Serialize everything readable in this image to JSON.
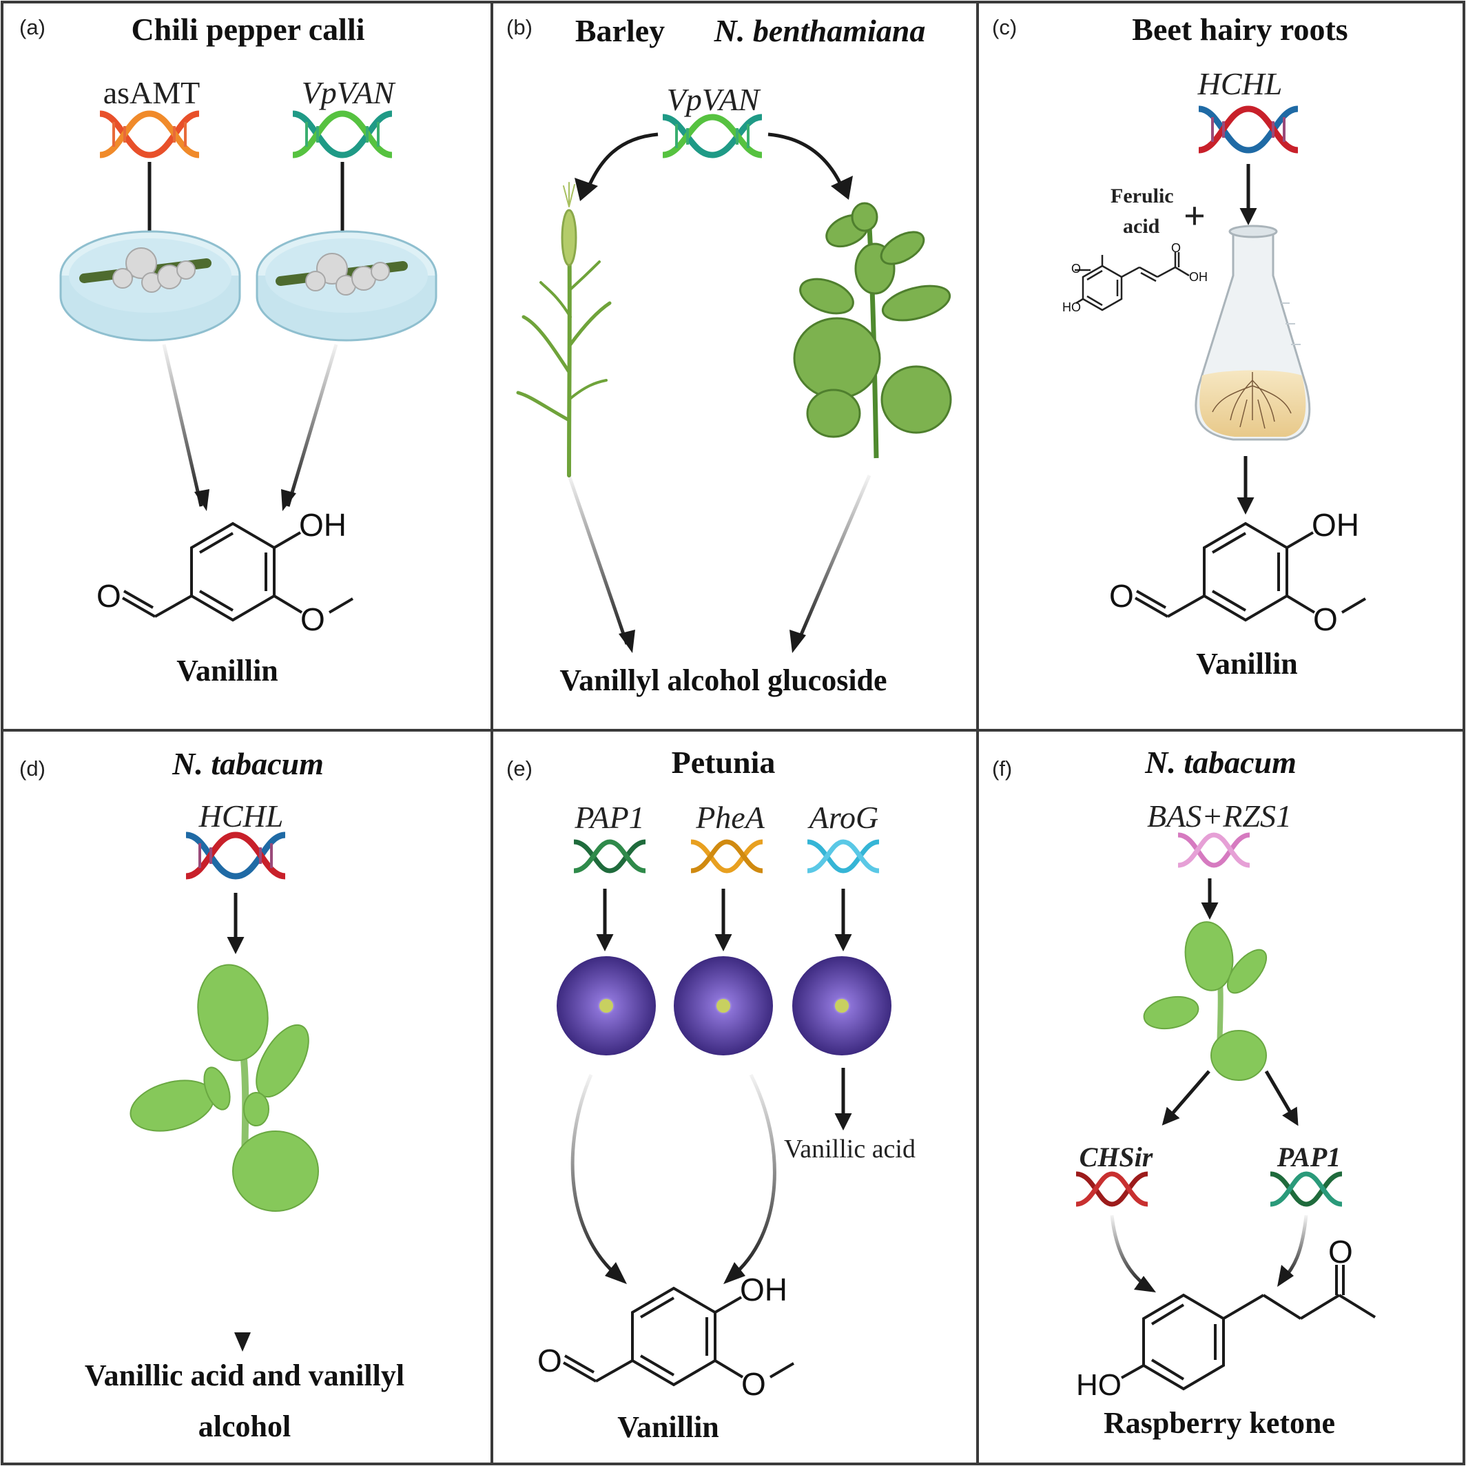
{
  "colors": {
    "border": "#3a3a3a",
    "dna_orange": "#e8502a",
    "dna_green": "#2aa86b",
    "dna_multicolor_red": "#c8202a",
    "dna_multicolor_blue": "#1f6aa5",
    "dna_darkgreen": "#1f6b3c",
    "dna_amber": "#e0a020",
    "dna_cyan": "#35b5d6",
    "dna_pink": "#d67ac0",
    "dna_darkred": "#9c1b1b",
    "petal_purple": "#5a3a9e",
    "leaf_green": "#7cc24a",
    "callus_grey": "#cfcfcf",
    "dish_blue": "#cfe9f2"
  },
  "panels": {
    "a": {
      "tag": "(a)",
      "title": "Chili pepper calli",
      "genes": [
        "asAMT",
        "VpVAN"
      ],
      "product": "Vanillin",
      "chem_labels": {
        "oh": "OH",
        "o_carbonyl": "O",
        "o_methoxy": "O"
      },
      "icons": [
        "dna-icon",
        "petri-dish-icon"
      ]
    },
    "b": {
      "tag": "(b)",
      "title_left": "Barley",
      "title_right": "N. benthamiana",
      "gene": "VpVAN",
      "product": "Vanillyl alcohol glucoside",
      "icons": [
        "dna-icon",
        "barley-plant-icon",
        "benthamiana-plant-icon"
      ]
    },
    "c": {
      "tag": "(c)",
      "title": "Beet hairy roots",
      "gene": "HCHL",
      "substrate_line1": "Ferulic",
      "substrate_line2": "acid",
      "plus": "+",
      "ferulic_labels": {
        "o": "O",
        "o_carbonyl": "O",
        "oh_acid": "OH",
        "ho": "HO"
      },
      "product": "Vanillin",
      "chem_labels": {
        "oh": "OH",
        "o_carbonyl": "O",
        "o_methoxy": "O"
      },
      "icons": [
        "dna-icon",
        "flask-icon"
      ]
    },
    "d": {
      "tag": "(d)",
      "title": "N. tabacum",
      "gene": "HCHL",
      "product": "Vanillic acid and vanillyl alcohol",
      "icons": [
        "dna-icon",
        "tobacco-plant-icon"
      ]
    },
    "e": {
      "tag": "(e)",
      "title": "Petunia",
      "genes": [
        "PAP1",
        "PheA",
        "AroG"
      ],
      "side_product": "Vanillic acid",
      "product": "Vanillin",
      "chem_labels": {
        "oh": "OH",
        "o_carbonyl": "O",
        "o_methoxy": "O"
      },
      "icons": [
        "dna-icon",
        "petunia-flower-icon"
      ]
    },
    "f": {
      "tag": "(f)",
      "title": "N. tabacum",
      "gene": "BAS+RZS1",
      "branch_genes": [
        "CHSir",
        "PAP1"
      ],
      "product": "Raspberry ketone",
      "chem_labels": {
        "ho": "HO",
        "o_ketone": "O"
      },
      "icons": [
        "dna-icon",
        "tobacco-plant-icon"
      ]
    }
  }
}
